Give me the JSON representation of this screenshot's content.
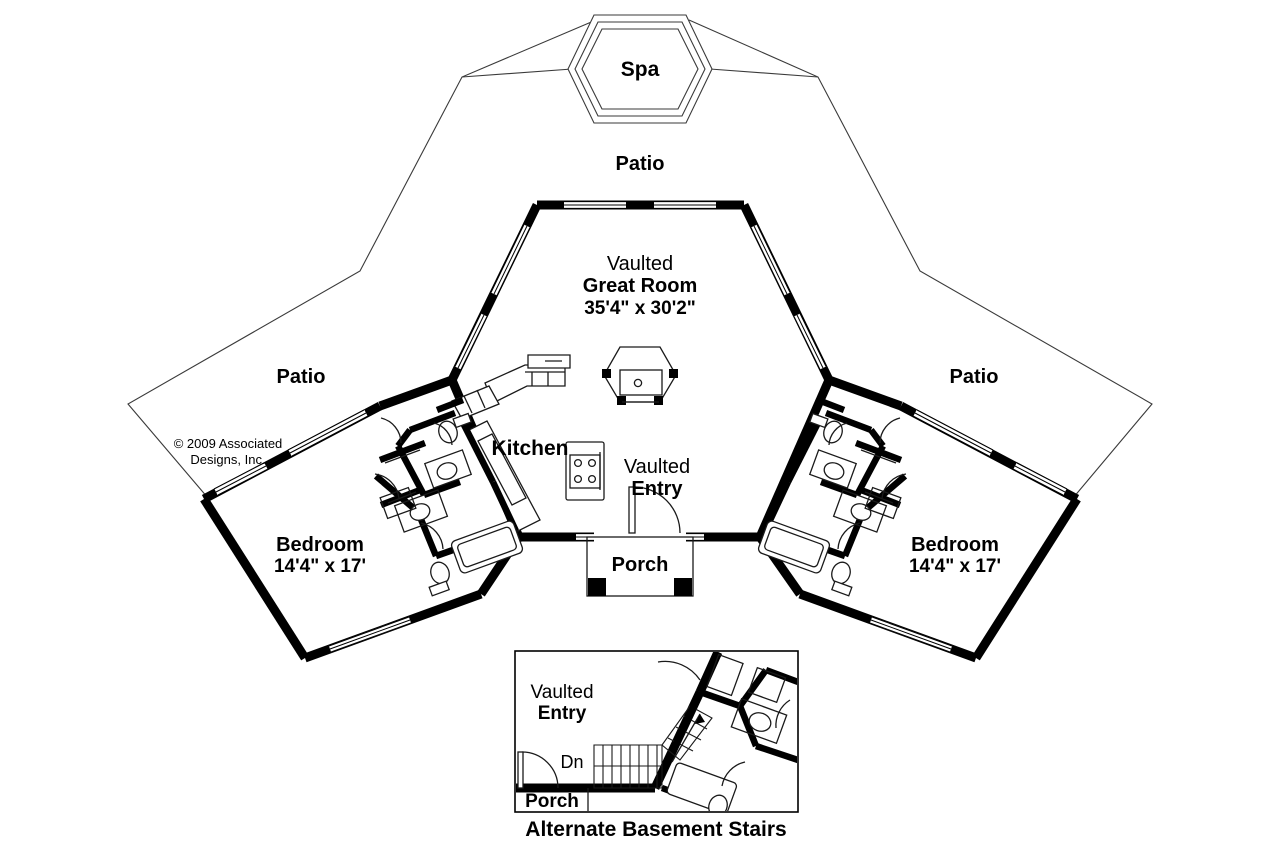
{
  "document": {
    "type": "architectural-floor-plan",
    "copyright_line_1": "© 2009 Associated",
    "copyright_line_2": "Designs, Inc."
  },
  "labels": {
    "spa": "Spa",
    "patio_top": "Patio",
    "patio_left": "Patio",
    "patio_right": "Patio",
    "great_room_prefix": "Vaulted",
    "great_room_name": "Great Room",
    "great_room_dims": "35'4\" x 30'2\"",
    "kitchen": "Kitchen",
    "entry_prefix": "Vaulted",
    "entry_name": "Entry",
    "porch": "Porch",
    "bedroom_left_name": "Bedroom",
    "bedroom_left_dims": "14'4\" x 17'",
    "bedroom_right_name": "Bedroom",
    "bedroom_right_dims": "14'4\" x 17'"
  },
  "inset": {
    "caption": "Alternate Basement Stairs",
    "entry_prefix": "Vaulted",
    "entry_name": "Entry",
    "stairs_direction": "Dn",
    "porch": "Porch"
  },
  "rooms": [
    {
      "name": "Spa",
      "dimensions": "",
      "vaulted": false
    },
    {
      "name": "Patio",
      "dimensions": "",
      "vaulted": false
    },
    {
      "name": "Great Room",
      "dimensions": "35'4\" x 30'2\"",
      "vaulted": true
    },
    {
      "name": "Kitchen",
      "dimensions": "",
      "vaulted": false
    },
    {
      "name": "Entry",
      "dimensions": "",
      "vaulted": true
    },
    {
      "name": "Porch",
      "dimensions": "",
      "vaulted": false
    },
    {
      "name": "Bedroom",
      "dimensions": "14'4\" x 17'",
      "vaulted": false
    },
    {
      "name": "Bedroom",
      "dimensions": "14'4\" x 17'",
      "vaulted": false
    }
  ],
  "colors": {
    "wall": "#000000",
    "outline": "#3a3a3a",
    "background": "#ffffff",
    "fixture_stroke": "#1a1a1a"
  }
}
